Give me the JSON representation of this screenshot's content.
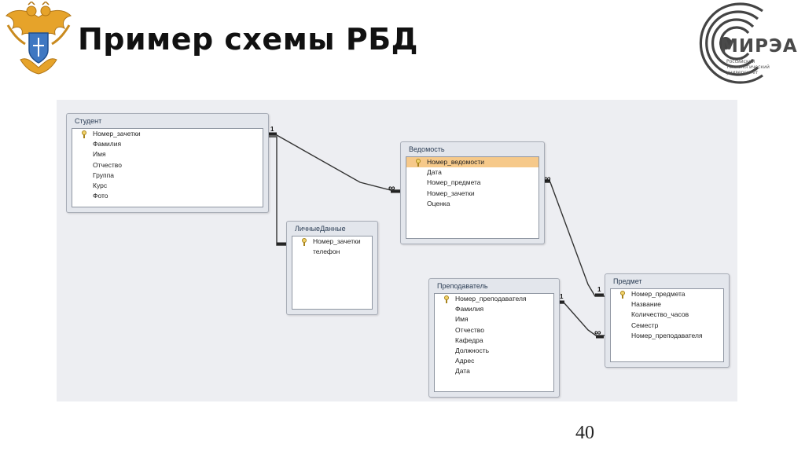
{
  "title": "Пример схемы РБД",
  "logo": {
    "name": "МИРЭА",
    "subtitle": "Российский технологический университет"
  },
  "tables": {
    "student": {
      "name": "Студент",
      "fields": [
        "Номер_зачетки",
        "Фамилия",
        "Имя",
        "Отчество",
        "Группа",
        "Курс",
        "Фото"
      ],
      "key_field": 0
    },
    "personal": {
      "name": "ЛичныеДанные",
      "fields": [
        "Номер_зачетки",
        "телефон"
      ],
      "key_field": 0
    },
    "vedomost": {
      "name": "Ведомость",
      "fields": [
        "Номер_ведомости",
        "Дата",
        "Номер_предмета",
        "Номер_зачетки",
        "Оценка"
      ],
      "key_field": 0,
      "selected_field": 0
    },
    "teacher": {
      "name": "Преподаватель",
      "fields": [
        "Номер_преподавателя",
        "Фамилия",
        "Имя",
        "Отчество",
        "Кафедра",
        "Должность",
        "Адрес",
        "Дата"
      ],
      "key_field": 0
    },
    "subject": {
      "name": "Предмет",
      "fields": [
        "Номер_предмета",
        "Название",
        "Количество_часов",
        "Семестр",
        "Номер_преподавателя"
      ],
      "key_field": 0
    }
  },
  "relations": {
    "one": "1",
    "many": "∞"
  },
  "page_number": "40",
  "colors": {
    "canvas": "#edeef2",
    "selected_row": "#f6c98a"
  }
}
